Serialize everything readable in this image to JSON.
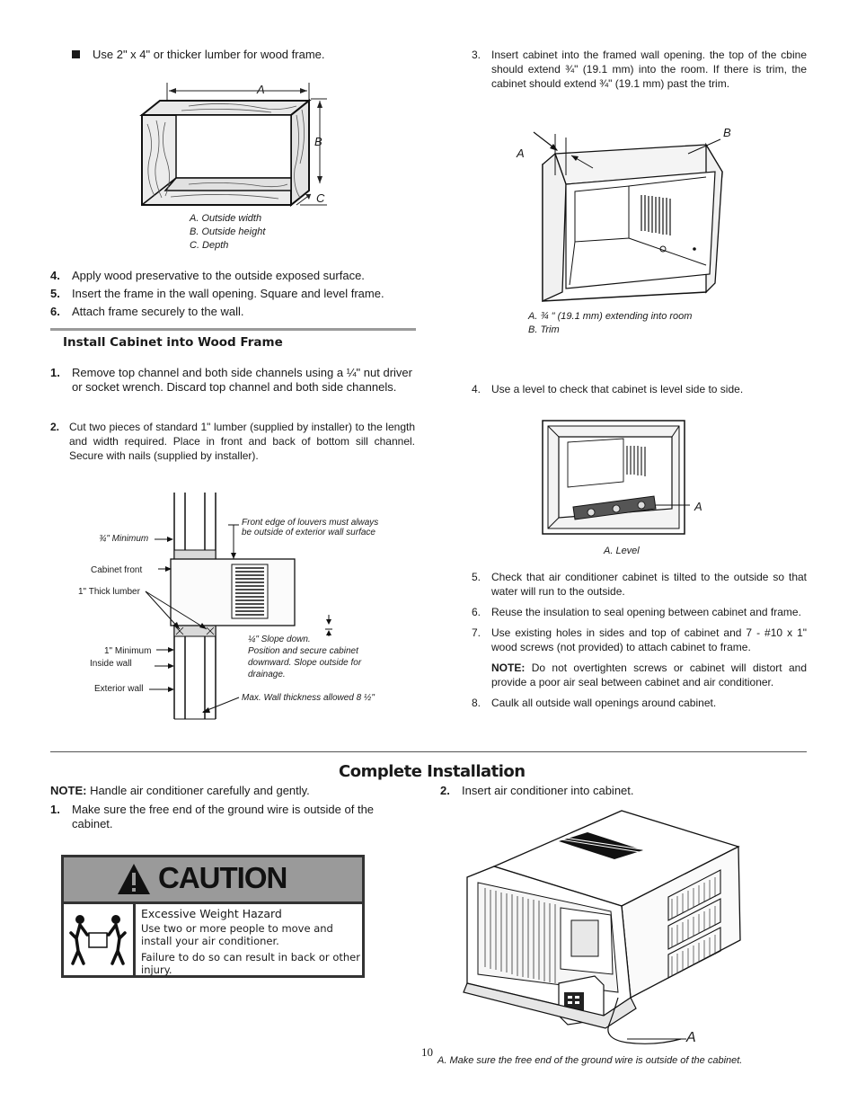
{
  "left_top": {
    "bullet_text": "Use 2\" x 4\" or thicker lumber for wood frame.",
    "frame_labels": {
      "a": "A",
      "b": "B",
      "c": "C"
    },
    "frame_legend": [
      "A. Outside width",
      "B. Outside height",
      "C. Depth"
    ],
    "steps": [
      {
        "num": "4.",
        "text": "Apply wood preservative to the outside exposed surface."
      },
      {
        "num": "5.",
        "text": "Insert the frame in the wall opening. Square and level frame."
      },
      {
        "num": "6.",
        "text": "Attach frame securely to the wall."
      }
    ]
  },
  "install_section": {
    "heading": "Install Cabinet into Wood Frame",
    "step1": {
      "num": "1.",
      "text": "Remove top channel and both side channels using a ¼\" nut driver or socket wrench. Discard top channel and both side channels."
    },
    "step2": {
      "num": "2.",
      "text": "Cut two pieces of standard 1\" lumber (supplied by installer) to the length and width required. Place in front and back of bottom sill channel. Secure with nails (supplied by installer)."
    },
    "diagram_labels": {
      "min_three_quarter": "¾\" Minimum",
      "cabinet_front": "Cabinet front",
      "thick_lumber": "1\" Thick lumber",
      "one_minimum": "1\" Minimum",
      "inside_wall": "Inside wall",
      "exterior_wall": "Exterior wall",
      "louvers_1": "Front edge of louvers must always",
      "louvers_2": "be outside of exterior wall surface",
      "slope_1": "¼\" Slope down.",
      "slope_2": "Position and secure cabinet",
      "slope_3": "downward. Slope outside for",
      "slope_4": "drainage.",
      "max_wall": "Max. Wall thickness allowed 8 ½\""
    }
  },
  "right_top": {
    "step3": {
      "num": "3.",
      "text": "Insert cabinet into the framed wall opening. the top of the cbine should extend ¾\" (19.1 mm) into the room. If there is trim, the cabinet should extend ¾\" (19.1 mm)  past the trim."
    },
    "cabinet_labels": {
      "a": "A",
      "b": "B"
    },
    "cabinet_legend": [
      "A. ¾ \" (19.1 mm) extending into room",
      "B. Trim"
    ],
    "step4": {
      "num": "4.",
      "text": "Use a level to check that cabinet is level side to side."
    },
    "level_label": "A",
    "level_legend": "A. Level",
    "step5": {
      "num": "5.",
      "text": "Check that air conditioner cabinet is tilted to the outside so that water will run to the outside."
    },
    "step6": {
      "num": "6.",
      "text": "Reuse the insulation to seal opening between cabinet and frame."
    },
    "step7": {
      "num": "7.",
      "text": "Use existing holes in sides and top of cabinet and 7 - #10 x 1\" wood screws (not provided) to attach cabinet to frame."
    },
    "note_label": "NOTE:",
    "note_text": " Do not overtighten screws or cabinet will distort and provide a poor air seal between cabinet and air conditioner.",
    "step8": {
      "num": "8.",
      "text": "Caulk all outside wall openings around cabinet."
    }
  },
  "complete": {
    "heading": "Complete Installation",
    "note_label": "NOTE:",
    "note_text": " Handle air conditioner carefully and gently.",
    "step1": {
      "num": "1.",
      "text": "Make sure the free end of the ground wire is outside of the cabinet."
    },
    "step2": {
      "num": "2.",
      "text": "Insert air conditioner into cabinet."
    },
    "caution": {
      "word": "CAUTION",
      "hazard_title": "Excessive Weight Hazard",
      "line1": "Use two or more people to move and install your air conditioner.",
      "line2": "Failure to do so can result in back or other injury."
    },
    "ac_label": "A",
    "ac_legend": "A. Make sure the free end of the ground wire is outside of the cabinet."
  },
  "page_number": "10"
}
